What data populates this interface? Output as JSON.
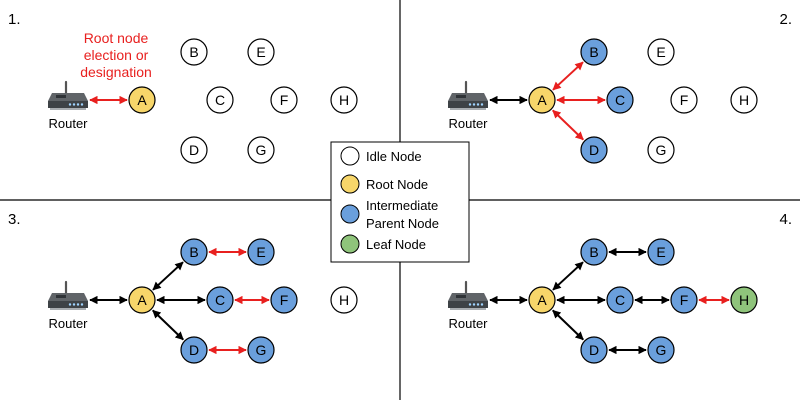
{
  "colors": {
    "idle": "#ffffff",
    "root": "#f7d66a",
    "intermediate": "#6a9fdc",
    "leaf": "#8fc47b",
    "link_new": "#e8201f",
    "link_established": "#000000",
    "annotation": "#e8201f"
  },
  "router_label": "Router",
  "annotation_lines": [
    "Root node",
    "election or",
    "designation"
  ],
  "legend": [
    {
      "label_lines": [
        "Idle Node"
      ],
      "color_key": "idle"
    },
    {
      "label_lines": [
        "Root Node"
      ],
      "color_key": "root"
    },
    {
      "label_lines": [
        "Intermediate",
        "Parent Node"
      ],
      "color_key": "intermediate"
    },
    {
      "label_lines": [
        "Leaf Node"
      ],
      "color_key": "leaf"
    }
  ],
  "panels": [
    {
      "number": "1.",
      "nodes": {
        "A": "root",
        "B": "idle",
        "C": "idle",
        "D": "idle",
        "E": "idle",
        "F": "idle",
        "G": "idle",
        "H": "idle"
      },
      "links": [
        {
          "from": "Router",
          "to": "A",
          "status": "new"
        }
      ]
    },
    {
      "number": "2.",
      "nodes": {
        "A": "root",
        "B": "intermediate",
        "C": "intermediate",
        "D": "intermediate",
        "E": "idle",
        "F": "idle",
        "G": "idle",
        "H": "idle"
      },
      "links": [
        {
          "from": "Router",
          "to": "A",
          "status": "established"
        },
        {
          "from": "A",
          "to": "B",
          "status": "new"
        },
        {
          "from": "A",
          "to": "C",
          "status": "new"
        },
        {
          "from": "A",
          "to": "D",
          "status": "new"
        }
      ]
    },
    {
      "number": "3.",
      "nodes": {
        "A": "root",
        "B": "intermediate",
        "C": "intermediate",
        "D": "intermediate",
        "E": "intermediate",
        "F": "intermediate",
        "G": "intermediate",
        "H": "idle"
      },
      "links": [
        {
          "from": "Router",
          "to": "A",
          "status": "established"
        },
        {
          "from": "A",
          "to": "B",
          "status": "established"
        },
        {
          "from": "A",
          "to": "C",
          "status": "established"
        },
        {
          "from": "A",
          "to": "D",
          "status": "established"
        },
        {
          "from": "B",
          "to": "E",
          "status": "new"
        },
        {
          "from": "C",
          "to": "F",
          "status": "new"
        },
        {
          "from": "D",
          "to": "G",
          "status": "new"
        }
      ]
    },
    {
      "number": "4.",
      "nodes": {
        "A": "root",
        "B": "intermediate",
        "C": "intermediate",
        "D": "intermediate",
        "E": "intermediate",
        "F": "intermediate",
        "G": "intermediate",
        "H": "leaf"
      },
      "links": [
        {
          "from": "Router",
          "to": "A",
          "status": "established"
        },
        {
          "from": "A",
          "to": "B",
          "status": "established"
        },
        {
          "from": "A",
          "to": "C",
          "status": "established"
        },
        {
          "from": "A",
          "to": "D",
          "status": "established"
        },
        {
          "from": "B",
          "to": "E",
          "status": "established"
        },
        {
          "from": "C",
          "to": "F",
          "status": "established"
        },
        {
          "from": "D",
          "to": "G",
          "status": "established"
        },
        {
          "from": "F",
          "to": "H",
          "status": "new"
        }
      ]
    }
  ]
}
